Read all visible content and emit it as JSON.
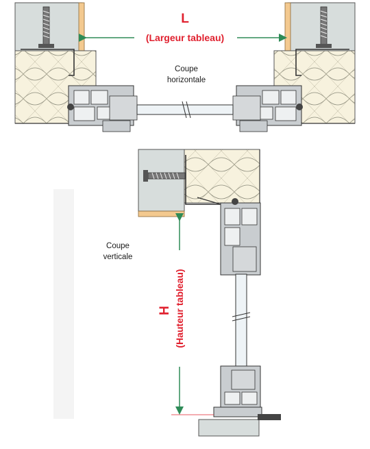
{
  "horizontal_section": {
    "dimension_letter": "L",
    "dimension_label": "(Largeur tableau)",
    "caption_line1": "Coupe",
    "caption_line2": "horizontale"
  },
  "vertical_section": {
    "dimension_letter": "H",
    "dimension_label": "(Hauteur tableau)",
    "caption_line1": "Coupe",
    "caption_line2": "verticale"
  },
  "colors": {
    "accent_red": "#e0202e",
    "arrow_green": "#2e8b57",
    "wood": "#f3c98f",
    "plaster": "#d7dddc",
    "insulation": "#f5f0dc",
    "profile_gray": "#bfc3c6"
  }
}
